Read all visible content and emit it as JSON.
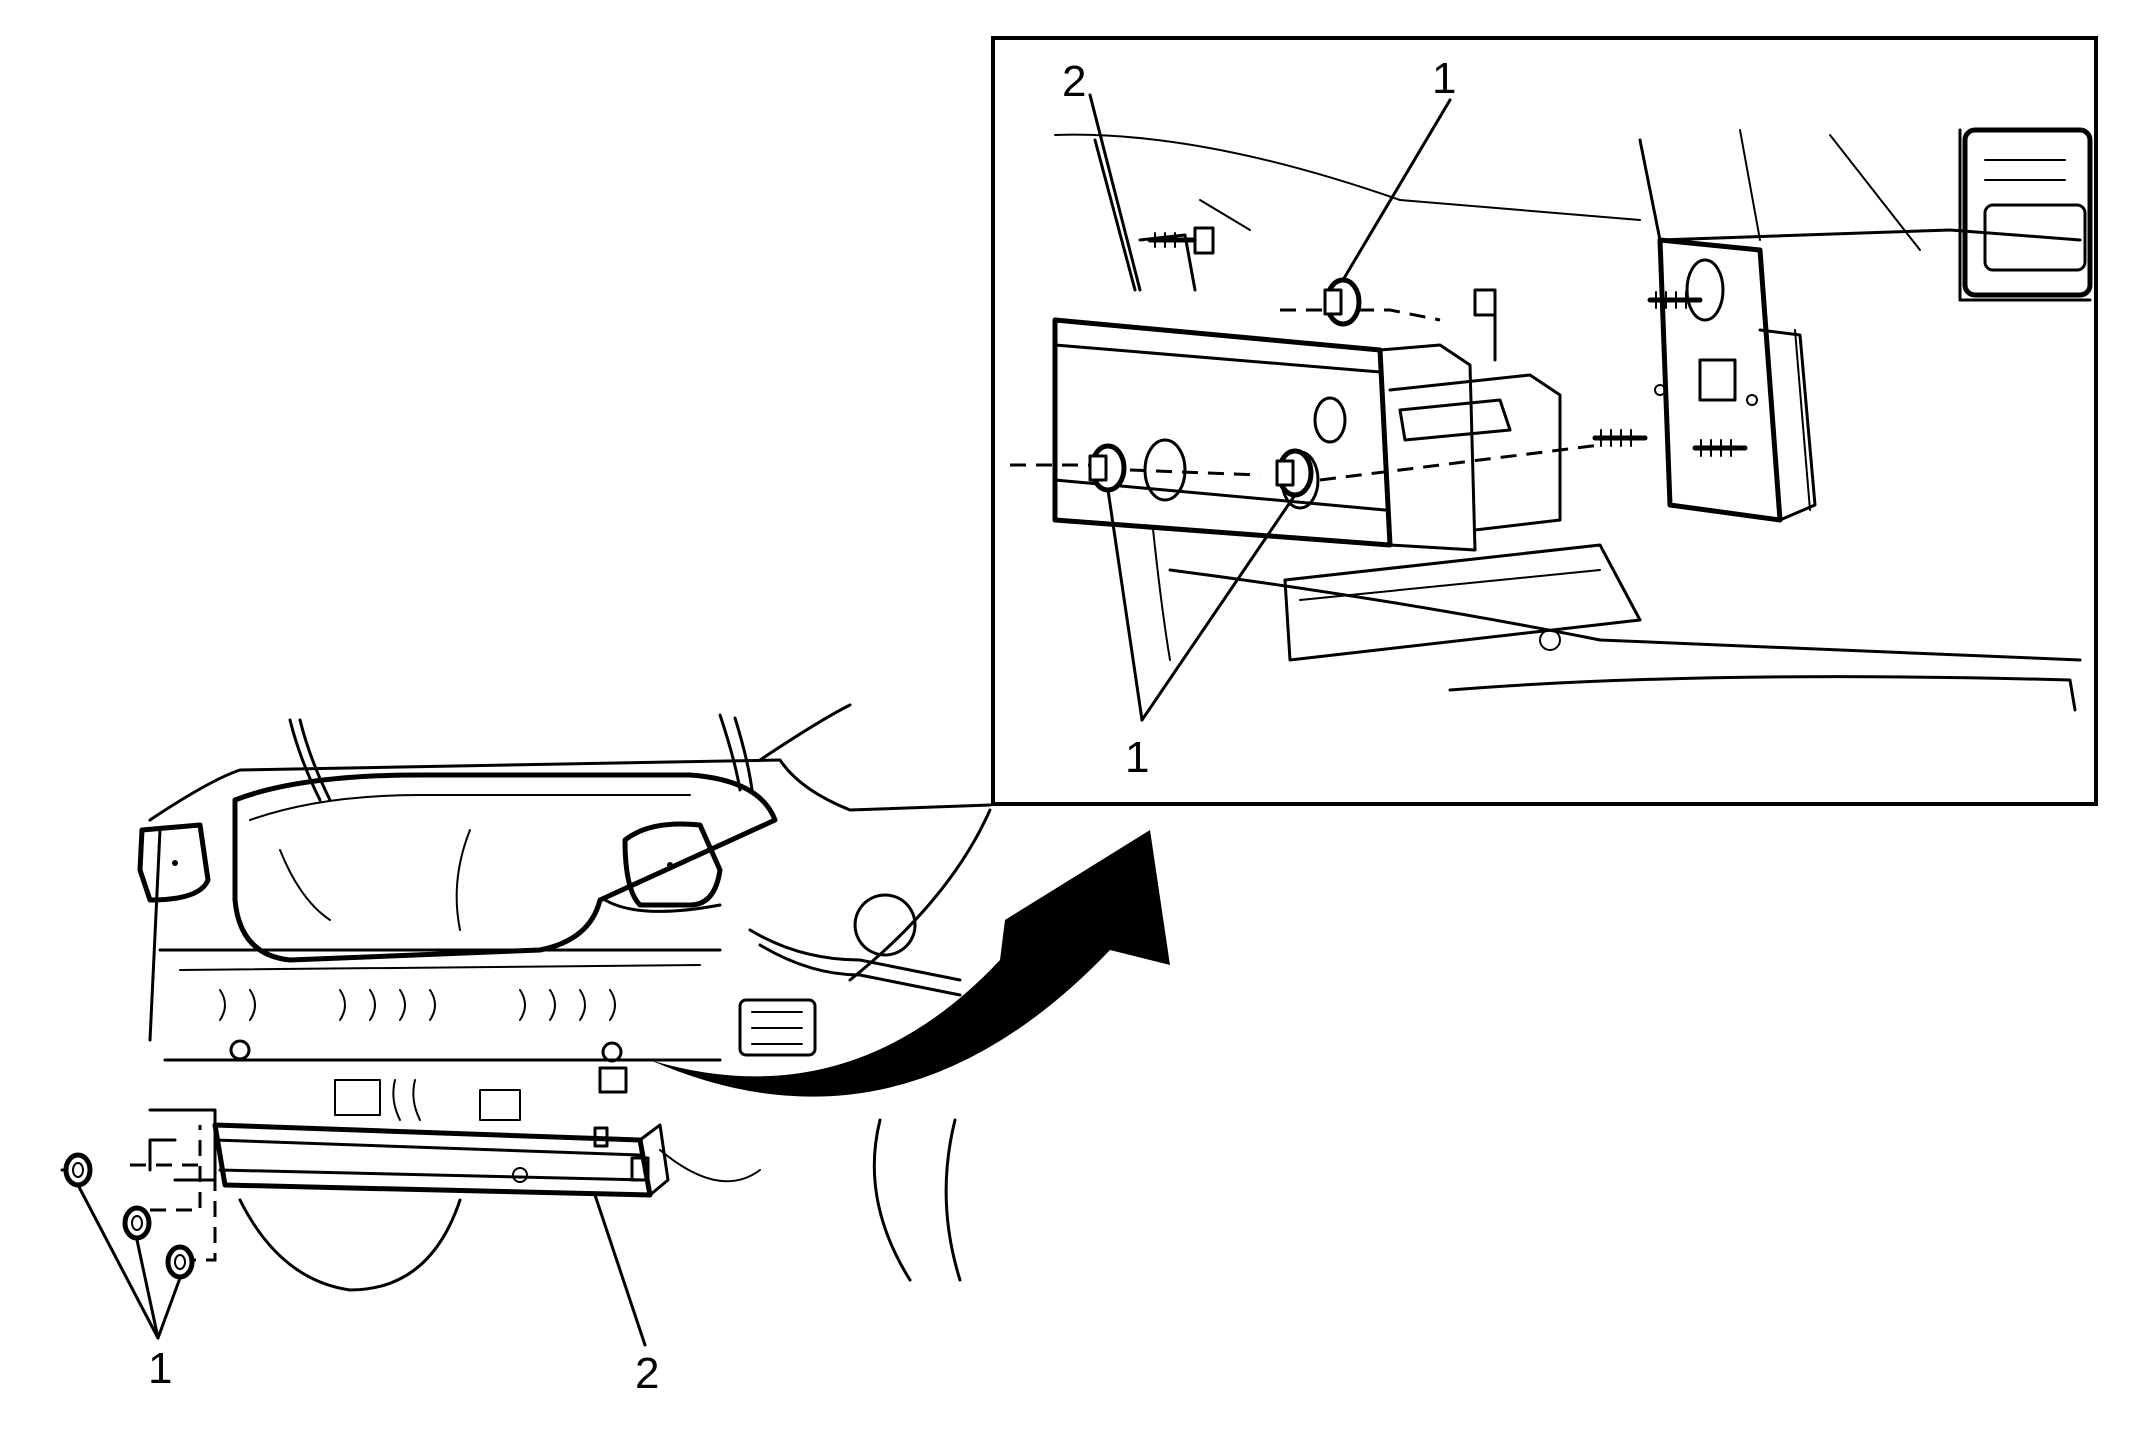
{
  "callouts": {
    "overview_fasteners": "1",
    "overview_bar": "2",
    "detail_top_fastener": "1",
    "detail_bar": "2",
    "detail_bottom_fasteners": "1"
  },
  "colors": {
    "line": "#000000",
    "background": "#ffffff"
  },
  "icons": {
    "arrow": "curved-arrow-icon"
  }
}
